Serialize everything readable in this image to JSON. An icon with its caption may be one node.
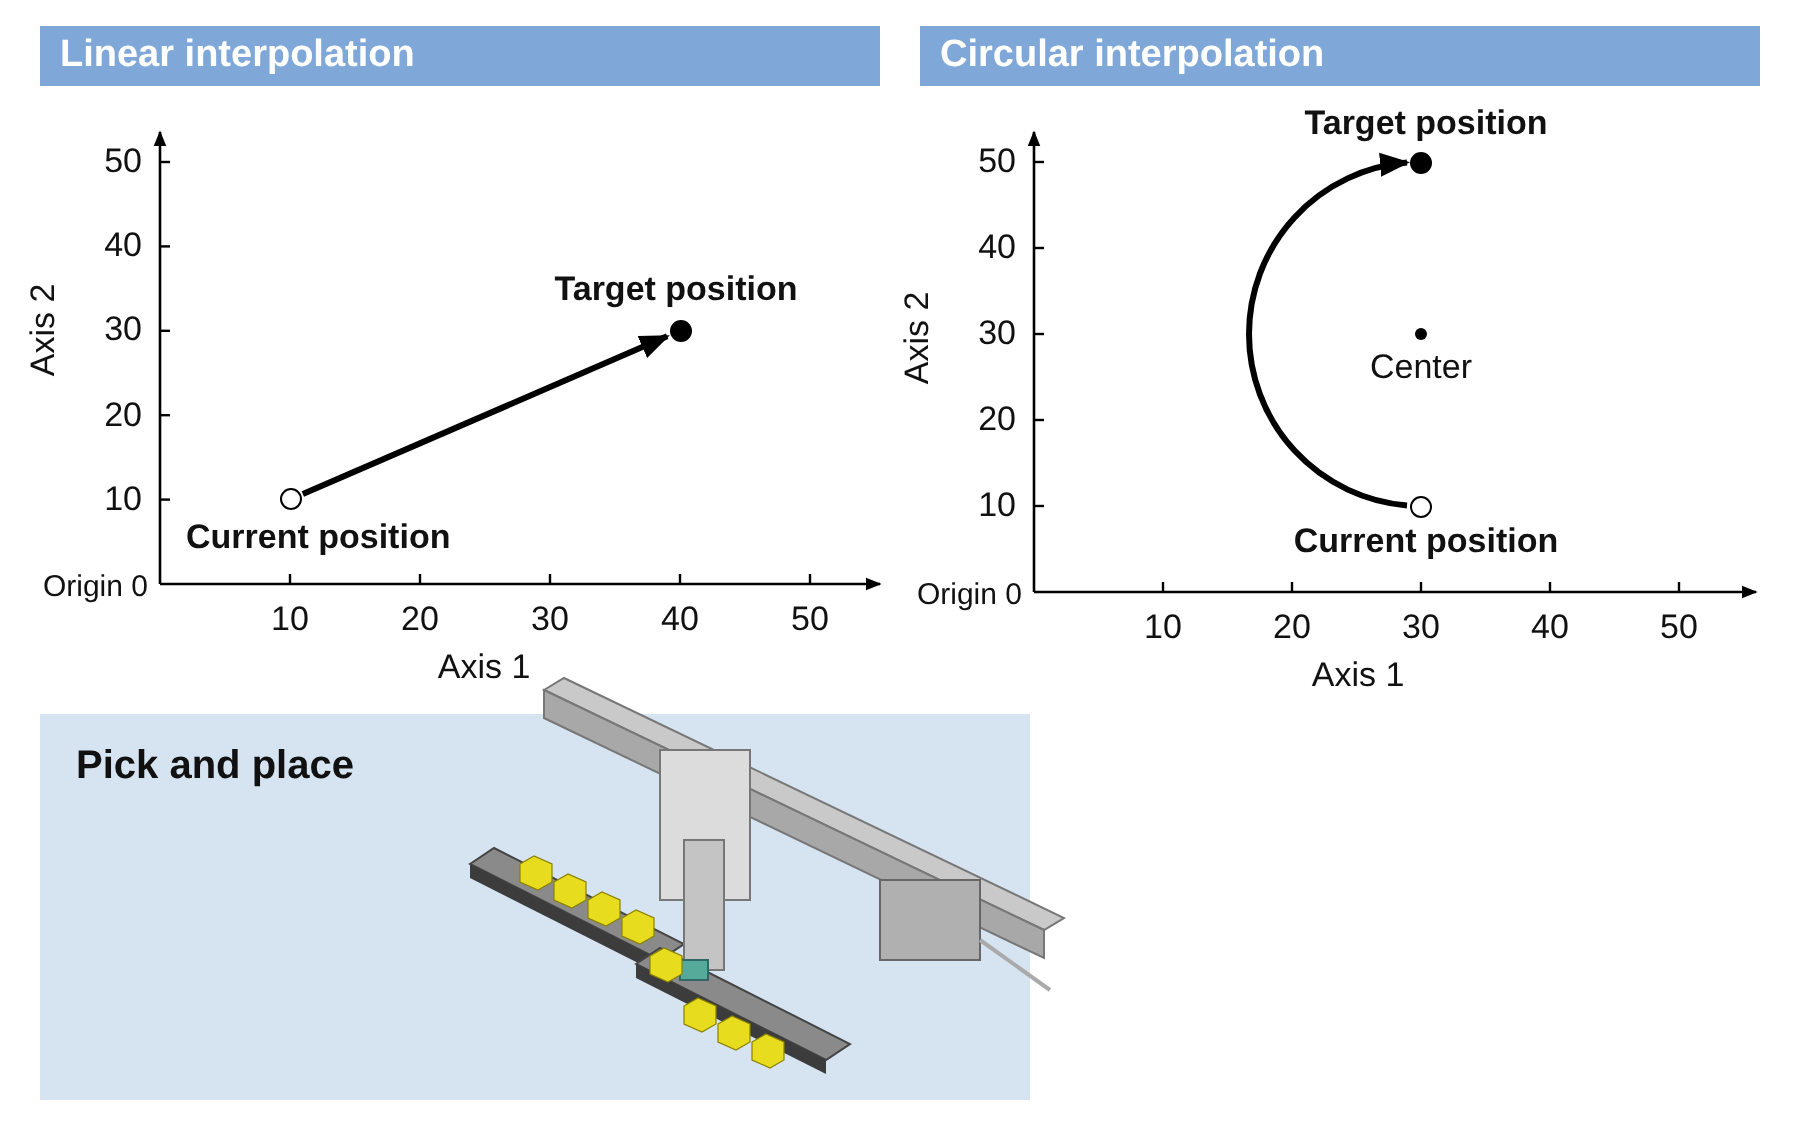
{
  "diagram": {
    "nodes": [
      {
        "text": [
          "Linear interpolation"
        ]
      },
      {
        "text": [],
        "shape": "circle",
        "beside": [
          "Current position"
        ]
      },
      {
        "text": [],
        "shape": "circle",
        "beside": [
          "Target position"
        ]
      },
      {
        "text": [
          "Circular interpolation"
        ]
      },
      {
        "text": [],
        "shape": "circle",
        "beside": [
          "Current position"
        ]
      },
      {
        "text": [],
        "shape": "circle",
        "beside": [
          "Target position"
        ]
      },
      {
        "text": [
          "Pick and place"
        ]
      }
    ],
    "edges": [
      {
        "from": 1,
        "to": 2,
        "arrow": "to"
      },
      {
        "from": 4,
        "to": 5,
        "arrow": "to"
      }
    ],
    "labels": [
      "50",
      "40",
      "30",
      "20",
      "10",
      "Axis 2",
      "Origin 0",
      "10",
      "20",
      "30",
      "40",
      "50",
      "Axis 1",
      "50",
      "40",
      "30",
      "20",
      "10",
      "Axis 2",
      "Center",
      "Origin 0",
      "10",
      "20",
      "30",
      "40",
      "50",
      "Axis 1"
    ]
  }
}
